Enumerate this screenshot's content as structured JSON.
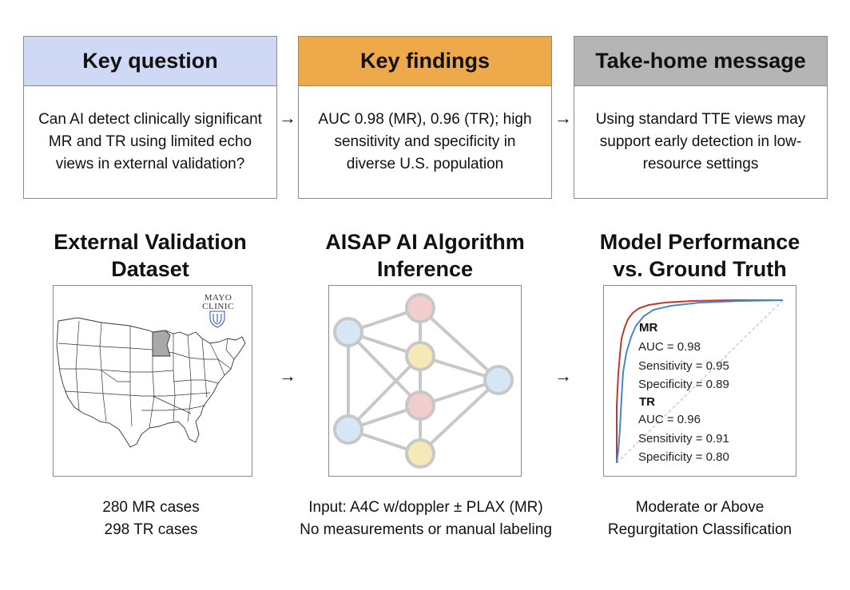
{
  "top_boxes": [
    {
      "title": "Key question",
      "body": "Can AI detect clinically significant MR and TR using limited echo views in external validation?",
      "color": "#cfd9f5"
    },
    {
      "title": "Key findings",
      "body": "AUC 0.98 (MR), 0.96 (TR); high sensitivity and specificity in diverse U.S. population",
      "color": "#eda94a"
    },
    {
      "title": "Take-home message",
      "body": "Using standard TTE views may support early detection in low-resource settings",
      "color": "#b5b5b5"
    }
  ],
  "arrow_glyph": "→",
  "sections": {
    "dataset": {
      "title_line1": "External Validation",
      "title_line2": "Dataset",
      "logo_line1": "MAYO",
      "logo_line2": "CLINIC",
      "caption_line1": "280 MR cases",
      "caption_line2": "298 TR cases"
    },
    "algorithm": {
      "title_line1": "AISAP AI Algorithm",
      "title_line2": "Inference",
      "caption_line1": "Input: A4C w/doppler ± PLAX (MR)",
      "caption_line2": "No measurements or manual labeling"
    },
    "performance": {
      "title_line1": "Model Performance",
      "title_line2": "vs. Ground Truth",
      "mr_label": "MR",
      "mr_auc": "AUC = 0.98",
      "mr_sens": "Sensitivity = 0.95",
      "mr_spec": "Specificity = 0.89",
      "tr_label": "TR",
      "tr_auc": "AUC = 0.96",
      "tr_sens": "Sensitivity = 0.91",
      "tr_spec": "Specificity = 0.80",
      "caption_line1": "Moderate or Above",
      "caption_line2": "Regurgitation Classification"
    }
  },
  "colors": {
    "node_blue": "#d6e6f7",
    "node_red": "#f3cccc",
    "node_yellow": "#f7e8b8",
    "roc_mr": "#c0392b",
    "roc_tr": "#4a86c8",
    "highlight_state": "#a9a9a9"
  }
}
